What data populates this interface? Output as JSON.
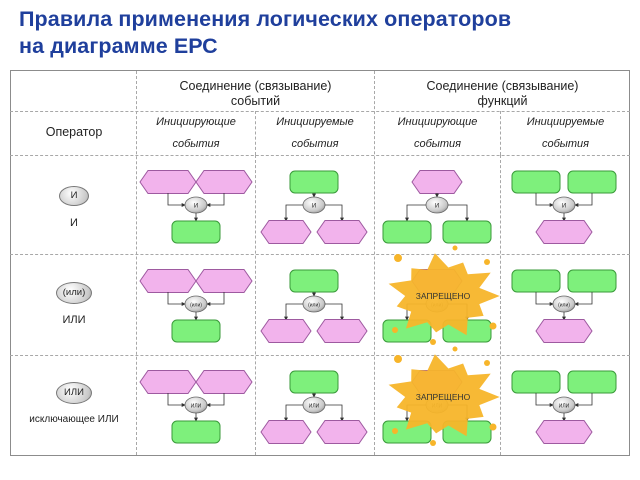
{
  "title": {
    "line1": "Правила применения логических операторов",
    "line2": "на диаграмме ЕРС"
  },
  "header": {
    "events_group": "Соединение (связывание)\nсобытий",
    "functions_group": "Соединение (связывание)\nфункций",
    "operator_label": "Оператор",
    "columns": [
      "Инициирующие\nсобытия",
      "Инициируемые\nсобытия",
      "Инициирующие\nсобытия",
      "Инициируемые\nсобытия"
    ]
  },
  "rows": [
    {
      "symbol": "И",
      "label": "И",
      "node_label": "И",
      "forbidden_col": null
    },
    {
      "symbol": "(или)",
      "label": "ИЛИ",
      "node_label": "(или)",
      "forbidden_col": 2
    },
    {
      "symbol": "ИЛИ",
      "label": "исключающее ИЛИ",
      "node_label": "ИЛИ",
      "forbidden_col": 2
    }
  ],
  "forbidden_text": "ЗАПРЕЩЕНО",
  "colors": {
    "title": "#1f3f9c",
    "event_fill": "#f2b3ec",
    "event_stroke": "#9e5aa0",
    "function_fill": "#7ef07c",
    "function_stroke": "#3a9a3a",
    "splat": "#f7b52a"
  }
}
